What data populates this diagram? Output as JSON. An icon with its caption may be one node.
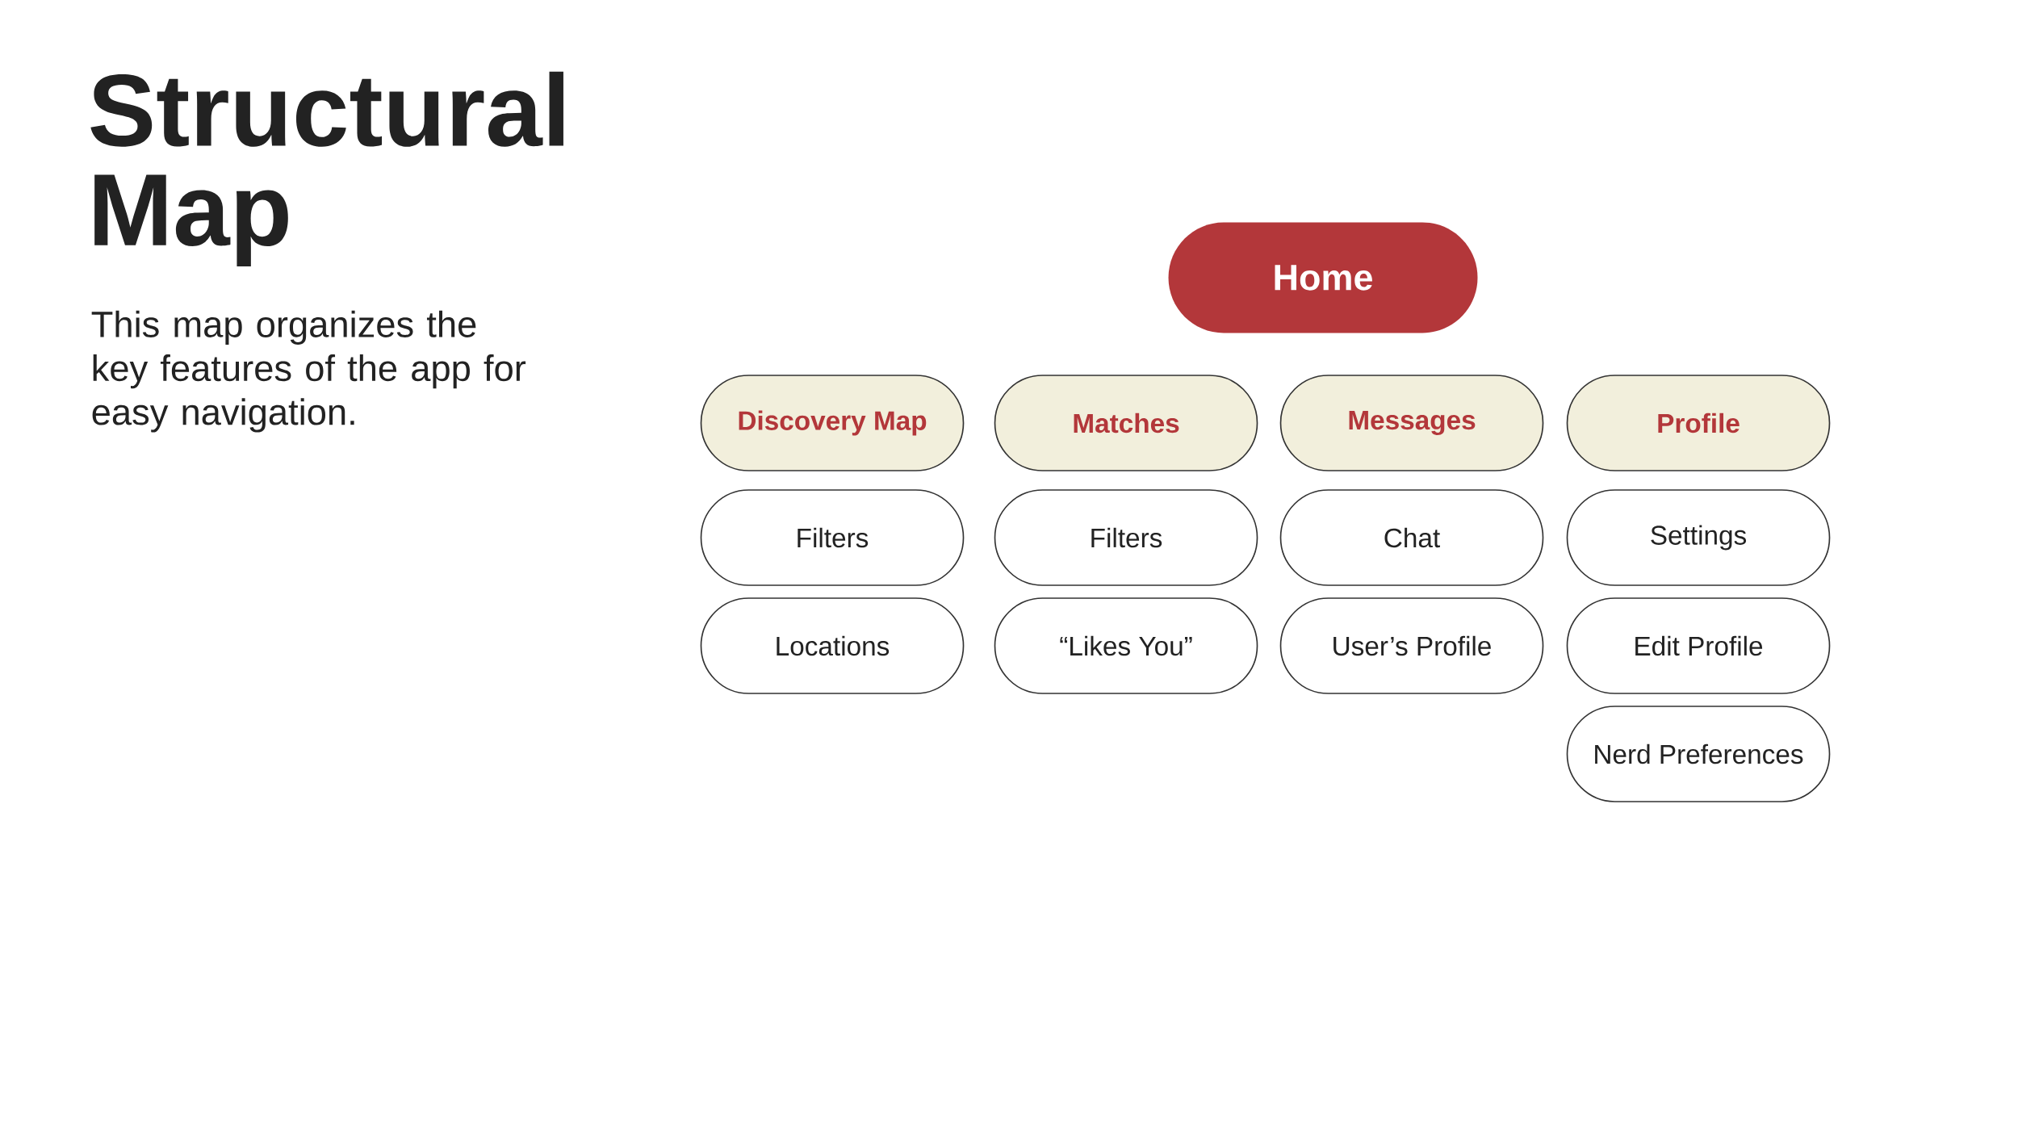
{
  "diagram": {
    "title": "Structural Map",
    "nodes": [
      {
        "text": [
          "Home"
        ]
      },
      {
        "text": [
          "Discovery Map"
        ]
      },
      {
        "text": [
          "Matches"
        ]
      },
      {
        "text": [
          "Messages"
        ]
      },
      {
        "text": [
          "Profile"
        ]
      },
      {
        "text": [
          "Filters"
        ]
      },
      {
        "text": [
          "Filters"
        ]
      },
      {
        "text": [
          "Chat"
        ]
      },
      {
        "text": [
          "Settings"
        ]
      },
      {
        "text": [
          "Locations"
        ]
      },
      {
        "text": [
          "“Likes You”"
        ]
      },
      {
        "text": [
          "User’s Profile"
        ]
      },
      {
        "text": [
          "Edit Profile"
        ]
      },
      {
        "text": [
          "Nerd Preferences"
        ]
      }
    ],
    "labels": [
      "This map organizes the key features of the app for easy navigation."
    ]
  }
}
